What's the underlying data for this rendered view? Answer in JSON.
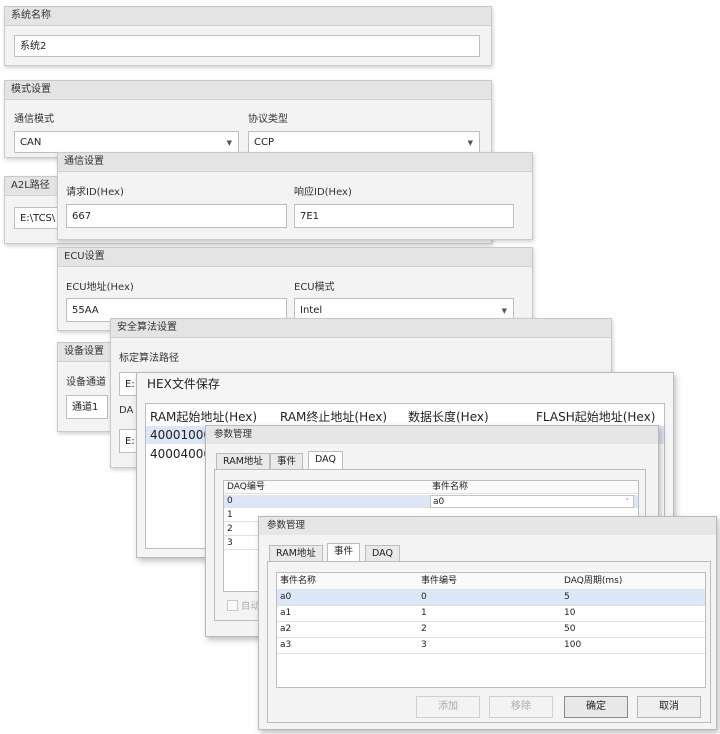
{
  "system": {
    "title": "系统名称",
    "value": "系统2"
  },
  "mode": {
    "title": "模式设置",
    "comm_mode_label": "通信模式",
    "comm_mode_value": "CAN",
    "protocol_label": "协议类型",
    "protocol_value": "CCP"
  },
  "a2l": {
    "title": "A2L路径",
    "value": "E:\\TCS\\"
  },
  "comm": {
    "title": "通信设置",
    "req_label": "请求ID(Hex)",
    "req_value": "667",
    "resp_label": "响应ID(Hex)",
    "resp_value": "7E1"
  },
  "ecu": {
    "title": "ECU设置",
    "addr_label": "ECU地址(Hex)",
    "addr_value": "55AA",
    "mode_label": "ECU模式",
    "mode_value": "Intel"
  },
  "device": {
    "title": "设备设置",
    "channel_label": "设备通道",
    "channel_value": "通道1",
    "daq_label_partial": "DA"
  },
  "security": {
    "title": "安全算法设置",
    "path_label": "标定算法路径",
    "path_value": "E:",
    "second_value": "E:"
  },
  "hex": {
    "title": "HEX文件保存",
    "columns": [
      "RAM起始地址(Hex)",
      "RAM终止地址(Hex)",
      "数据长度(Hex)",
      "FLASH起始地址(Hex)"
    ],
    "rows": [
      "40001000",
      "40004000"
    ]
  },
  "param1": {
    "title": "参数管理",
    "tabs": [
      "RAM地址",
      "事件",
      "DAQ"
    ],
    "columns": [
      "DAQ编号",
      "事件名称"
    ],
    "rows": [
      {
        "id": "0",
        "event": "a0"
      },
      {
        "id": "1",
        "event": ""
      },
      {
        "id": "2",
        "event": ""
      },
      {
        "id": "3",
        "event": ""
      }
    ],
    "auto_label": "自动"
  },
  "param2": {
    "title": "参数管理",
    "tabs": [
      "RAM地址",
      "事件",
      "DAQ"
    ],
    "columns": [
      "事件名称",
      "事件编号",
      "DAQ周期(ms)"
    ],
    "rows": [
      {
        "name": "a0",
        "id": "0",
        "period": "5"
      },
      {
        "name": "a1",
        "id": "1",
        "period": "10"
      },
      {
        "name": "a2",
        "id": "2",
        "period": "50"
      },
      {
        "name": "a3",
        "id": "3",
        "period": "100"
      }
    ],
    "buttons": {
      "add": "添加",
      "remove": "移除",
      "ok": "确定",
      "cancel": "取消"
    }
  },
  "icons": {
    "dropdown": "chevron-down-icon"
  },
  "colors": {
    "selected_row": "#dce6f7",
    "panel_header": "#e4e4e4"
  }
}
